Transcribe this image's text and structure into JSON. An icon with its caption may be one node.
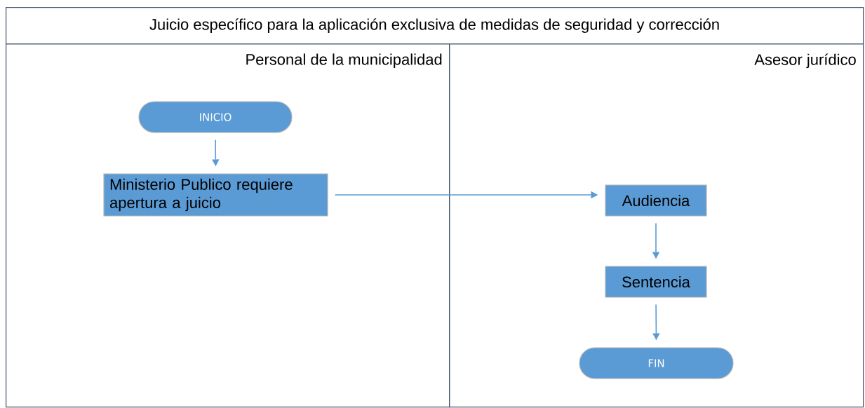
{
  "diagram": {
    "title": "Juicio específico para la aplicación exclusiva de medidas de seguridad y corrección",
    "nodes": [
      {
        "text": [
          "Personal de la municipalidad"
        ]
      },
      {
        "text": [
          "Asesor jurídico"
        ]
      },
      {
        "text": [
          "INICIO"
        ],
        "in": 0
      },
      {
        "text": [
          "Ministerio Publico requiere apertura a juicio"
        ],
        "in": 0
      },
      {
        "text": [
          "Audiencia"
        ],
        "in": 1
      },
      {
        "text": [
          "Sentencia"
        ],
        "in": 1
      },
      {
        "text": [
          "FIN"
        ],
        "in": 1
      }
    ],
    "edges": [
      {
        "from": 2,
        "to": 3,
        "arrow": "to"
      },
      {
        "from": 3,
        "to": 4,
        "arrow": "to"
      },
      {
        "from": 4,
        "to": 5,
        "arrow": "to"
      },
      {
        "from": 5,
        "to": 6,
        "arrow": "to"
      }
    ]
  }
}
